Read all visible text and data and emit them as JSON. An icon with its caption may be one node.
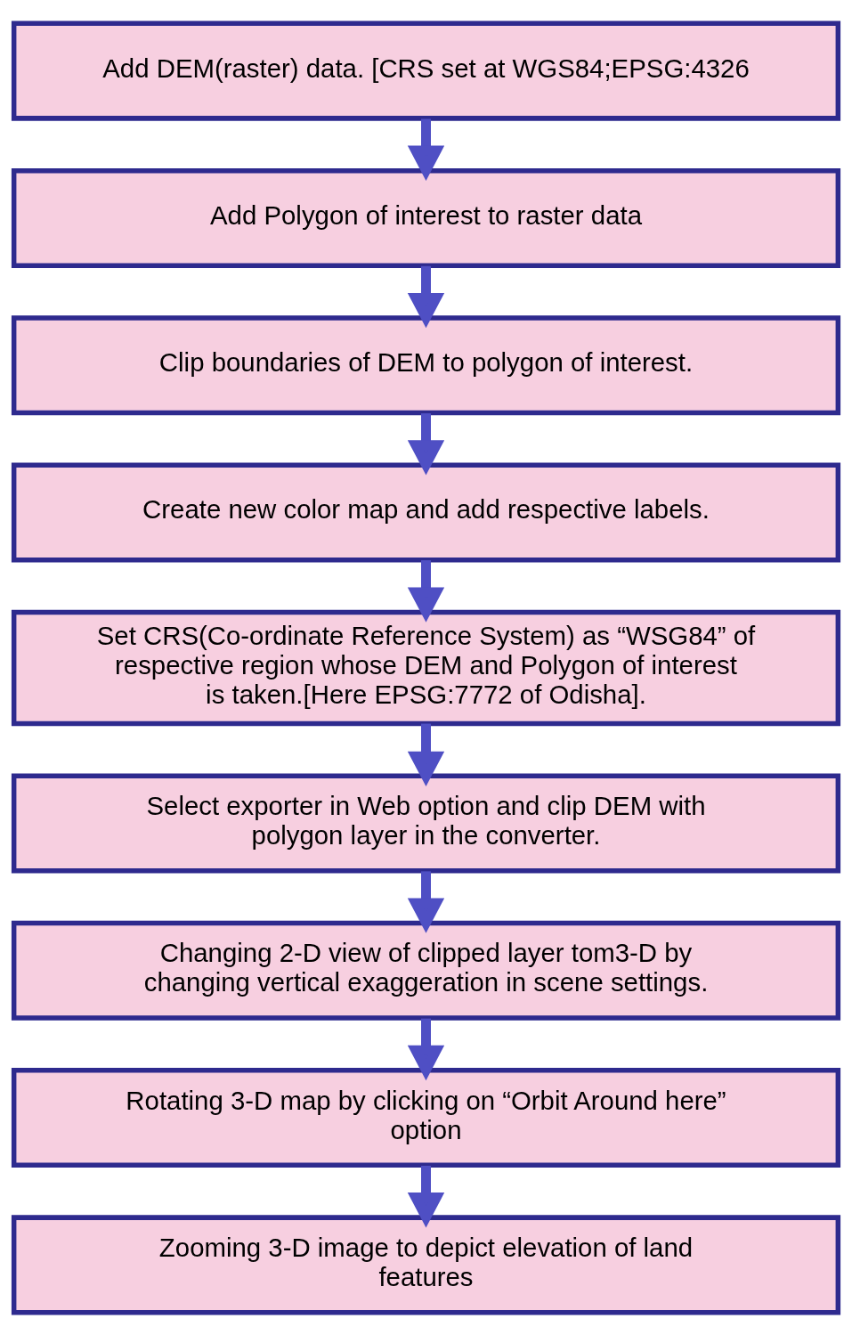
{
  "diagram": {
    "nodes": [
      {
        "text": [
          "Add DEM(raster) data. [CRS set at WGS84;EPSG:4326"
        ]
      },
      {
        "text": [
          "Add Polygon of interest to raster data"
        ]
      },
      {
        "text": [
          "Clip boundaries of DEM to polygon of interest."
        ]
      },
      {
        "text": [
          "Create new color map and add respective labels."
        ]
      },
      {
        "text": [
          "Set CRS(Co-ordinate Reference System) as “WSG84” of respective region whose DEM and Polygon of interest is taken.[Here EPSG:7772 of Odisha]."
        ]
      },
      {
        "text": [
          "Select exporter in Web option and clip DEM with polygon layer in the converter."
        ]
      },
      {
        "text": [
          "Changing 2-D view of clipped layer tom3-D by changing vertical exaggeration in scene settings."
        ]
      },
      {
        "text": [
          "Rotating 3-D map by clicking on “Orbit Around here” option"
        ]
      },
      {
        "text": [
          "Zooming 3-D image to depict elevation of land features"
        ]
      }
    ],
    "edges": [
      {
        "from": 0,
        "to": 1,
        "arrow": "to"
      },
      {
        "from": 1,
        "to": 2,
        "arrow": "to"
      },
      {
        "from": 2,
        "to": 3,
        "arrow": "to"
      },
      {
        "from": 3,
        "to": 4,
        "arrow": "to"
      },
      {
        "from": 4,
        "to": 5,
        "arrow": "to"
      },
      {
        "from": 5,
        "to": 6,
        "arrow": "to"
      },
      {
        "from": 6,
        "to": 7,
        "arrow": "to"
      },
      {
        "from": 7,
        "to": 8,
        "arrow": "to"
      }
    ]
  }
}
